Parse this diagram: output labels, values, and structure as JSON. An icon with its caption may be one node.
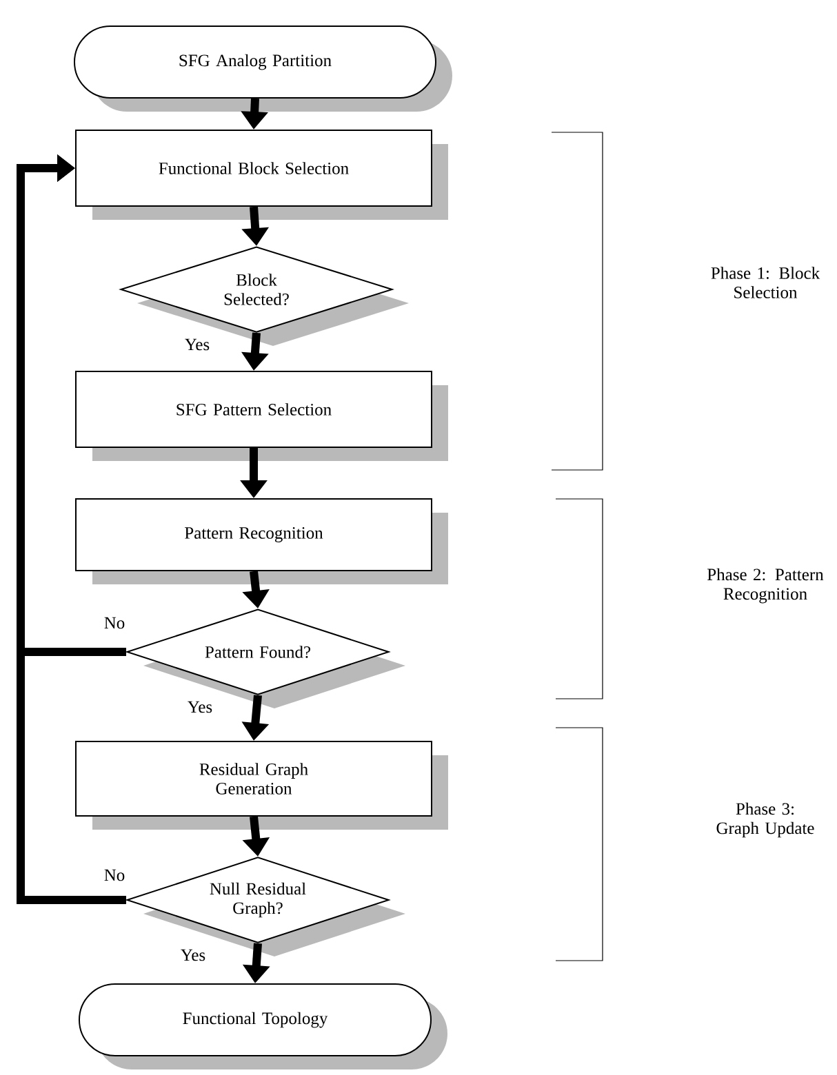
{
  "diagram": {
    "nodes": [
      {
        "text": [
          "SFG Analog Partition"
        ]
      },
      {
        "text": [
          "Functional Block Selection"
        ]
      },
      {
        "text": [
          "Block Selected?"
        ]
      },
      {
        "text": [
          "SFG Pattern Selection"
        ]
      },
      {
        "text": [
          "Pattern Recognition"
        ]
      },
      {
        "text": [
          "Pattern Found?"
        ]
      },
      {
        "text": [
          "Residual Graph Generation"
        ]
      },
      {
        "text": [
          "Null Residual Graph?"
        ]
      },
      {
        "text": [
          "Functional Topology"
        ]
      }
    ],
    "edges": [
      {
        "from": 0,
        "to": 1,
        "arrow": "to"
      },
      {
        "from": 1,
        "to": 2,
        "arrow": "to"
      },
      {
        "from": 2,
        "to": 3,
        "arrow": "to",
        "label": "Yes"
      },
      {
        "from": 3,
        "to": 4,
        "arrow": "to"
      },
      {
        "from": 4,
        "to": 5,
        "arrow": "to"
      },
      {
        "from": 5,
        "to": 6,
        "arrow": "to",
        "label": "Yes"
      },
      {
        "from": 6,
        "to": 7,
        "arrow": "to"
      },
      {
        "from": 7,
        "to": 8,
        "arrow": "to",
        "label": "Yes"
      },
      {
        "from": 5,
        "to": 1,
        "arrow": "to",
        "label": "No"
      },
      {
        "from": 7,
        "to": 1,
        "arrow": "to",
        "label": "No"
      }
    ],
    "labels": [
      "Phase 1: Block Selection",
      "Phase 2: Pattern Recognition",
      "Phase 3: Graph Update"
    ]
  }
}
